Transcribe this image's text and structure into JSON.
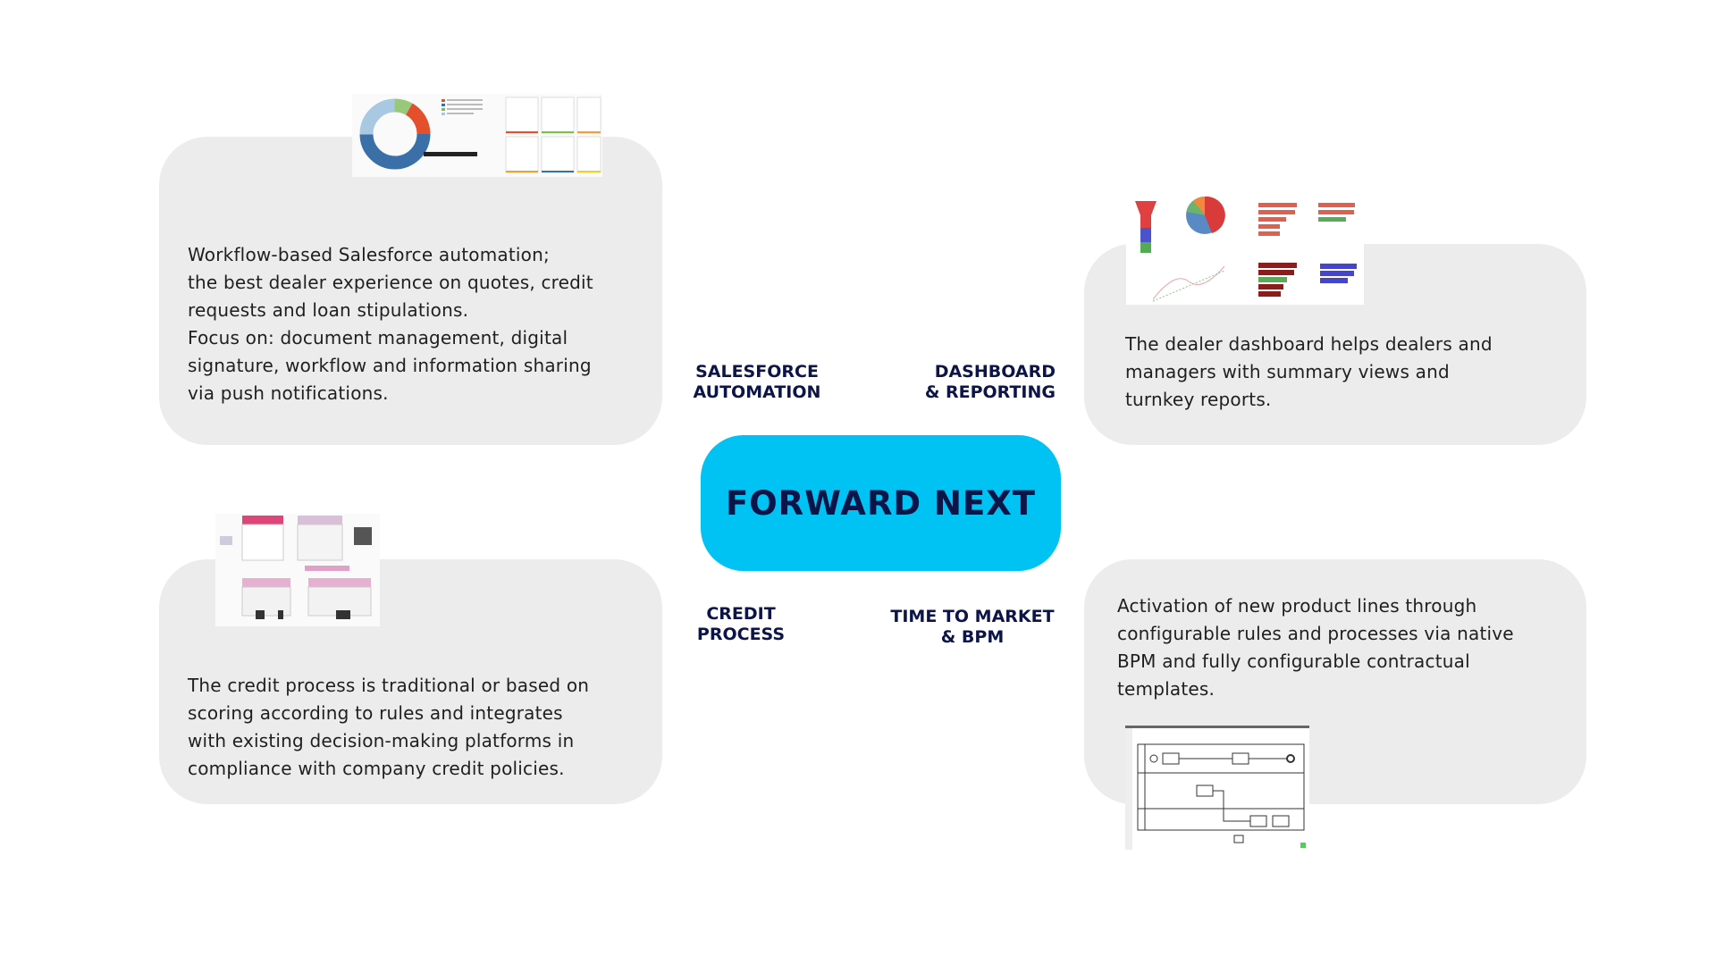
{
  "center": {
    "title": "FORWARD NEXT",
    "color": "#00c2f3"
  },
  "labels": {
    "salesforce": [
      "SALESFORCE",
      "AUTOMATION"
    ],
    "dashboard": [
      "DASHBOARD",
      "& REPORTING"
    ],
    "credit": [
      "CREDIT",
      "PROCESS"
    ],
    "ttm": [
      "TIME TO MARKET",
      "& BPM"
    ]
  },
  "cards": {
    "salesforce": [
      "Workflow-based Salesforce automation;",
      "the best dealer experience on quotes, credit",
      "requests and loan stipulations.",
      "Focus on: document management, digital",
      "signature, workflow and information sharing",
      "via push notifications."
    ],
    "dashboard": [
      "The dealer dashboard helps dealers and",
      "managers with summary views and",
      "turnkey reports."
    ],
    "credit": [
      "The credit process is traditional or based on",
      "scoring according to rules and integrates",
      "with existing decision-making platforms in",
      "compliance with company credit policies."
    ],
    "ttm": [
      "Activation of new product lines through",
      "configurable rules and processes via native",
      "BPM and fully configurable contractual",
      "templates."
    ]
  }
}
